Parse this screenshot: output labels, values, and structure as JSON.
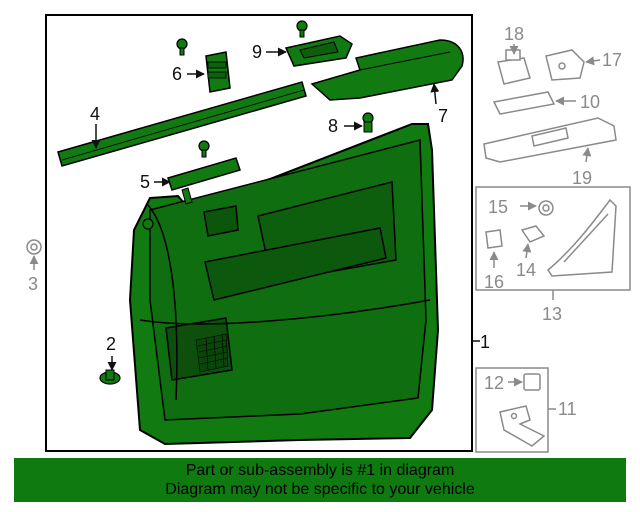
{
  "callouts": {
    "c1": "1",
    "c2": "2",
    "c3": "3",
    "c4": "4",
    "c5": "5",
    "c6": "6",
    "c7": "7",
    "c8": "8",
    "c9": "9",
    "c10": "10",
    "c11": "11",
    "c12": "12",
    "c13": "13",
    "c14": "14",
    "c15": "15",
    "c16": "16",
    "c17": "17",
    "c18": "18",
    "c19": "19"
  },
  "footer": {
    "line1": "Part or sub-assembly is #1 in diagram",
    "line2": "Diagram may not be specific to your vehicle"
  },
  "colors": {
    "highlight_green": "#0f7a10",
    "part_outline": "#000000",
    "inactive_grey": "#8a8a8a"
  }
}
